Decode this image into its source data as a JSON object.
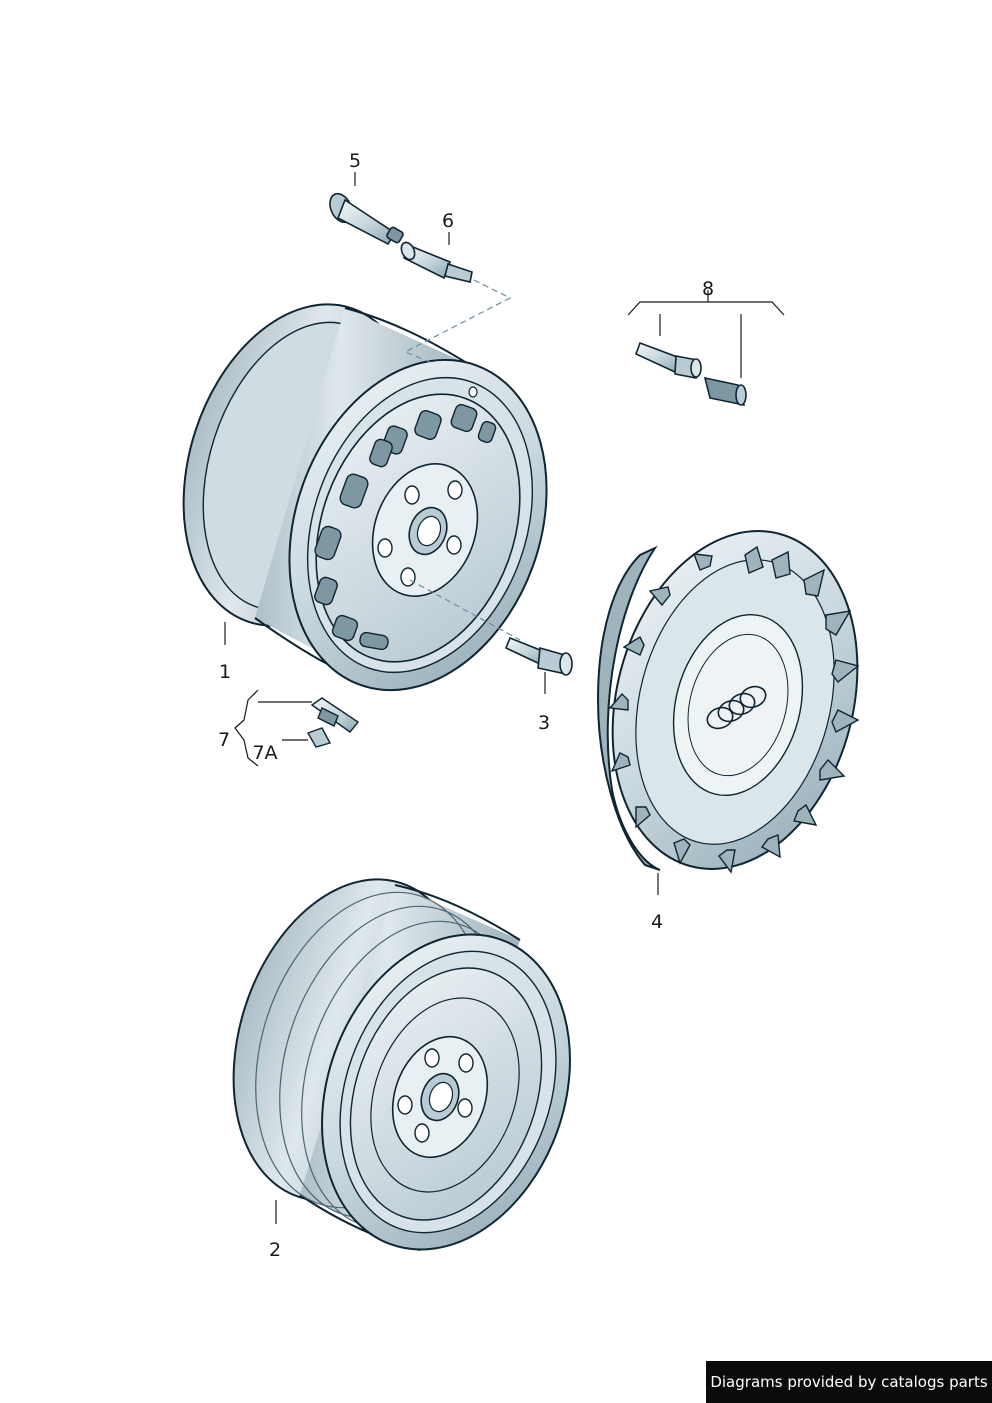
{
  "callouts": {
    "c1": "1",
    "c2": "2",
    "c3": "3",
    "c4": "4",
    "c5": "5",
    "c6": "6",
    "c7": "7",
    "c7a": "7A",
    "c8": "8"
  },
  "footer": {
    "credit": "Diagrams provided by catalogs parts"
  },
  "colors": {
    "metal_light": "#e6eef2",
    "metal_mid": "#b9cbd4",
    "metal_dark": "#7d97a3",
    "outline": "#0f2531",
    "credit_bg": "#0b0b0b"
  },
  "icons": {
    "hubcap_logo": "four-rings-icon"
  }
}
